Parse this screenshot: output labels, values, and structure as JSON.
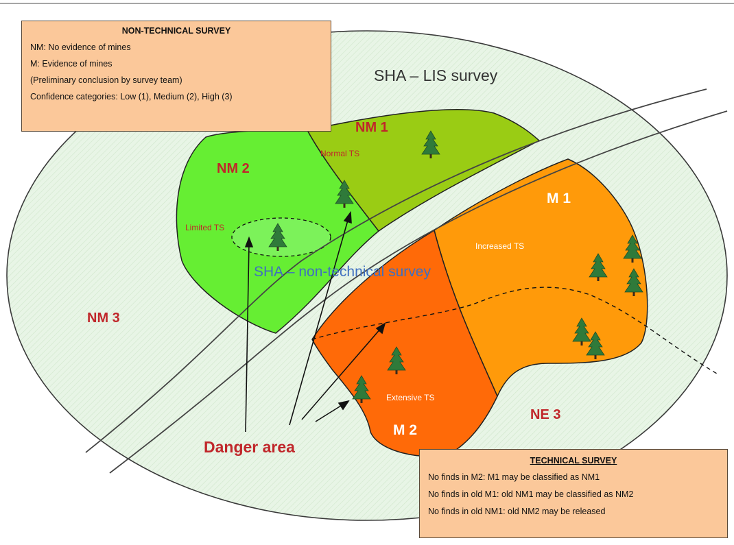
{
  "nts_box": {
    "title": "NON-TECHNICAL SURVEY",
    "lines": [
      "NM: No evidence of mines",
      "M: Evidence of mines",
      "(Preliminary conclusion by survey team)",
      "Confidence categories: Low (1), Medium (2), High (3)"
    ]
  },
  "ts_box": {
    "title": "TECHNICAL SURVEY",
    "lines": [
      "No finds in M2: M1 may be classified as NM1",
      "No finds in old M1: old NM1 may be classified as NM2",
      "No finds in old NM1: old NM2 may be released"
    ]
  },
  "labels": {
    "sha_lis": "SHA – LIS survey",
    "sha_nts": "SHA – non-technical survey",
    "nm1": "NM 1",
    "nm2": "NM 2",
    "nm3": "NM 3",
    "m1": "M 1",
    "m2": "M 2",
    "ne3": "NE 3",
    "normal_ts": "Normal TS",
    "limited_ts": "Limited TS",
    "increased_ts": "Increased TS",
    "extensive_ts": "Extensive TS",
    "danger_area": "Danger area"
  },
  "colors": {
    "outer_ellipse": "#e6f4e3",
    "nm1": "#9acc14",
    "nm2": "#66ee33",
    "m1": "#ff9a0a",
    "m2": "#ff6a08",
    "label_red": "#c0262a",
    "label_blue": "#3f6fc0"
  }
}
